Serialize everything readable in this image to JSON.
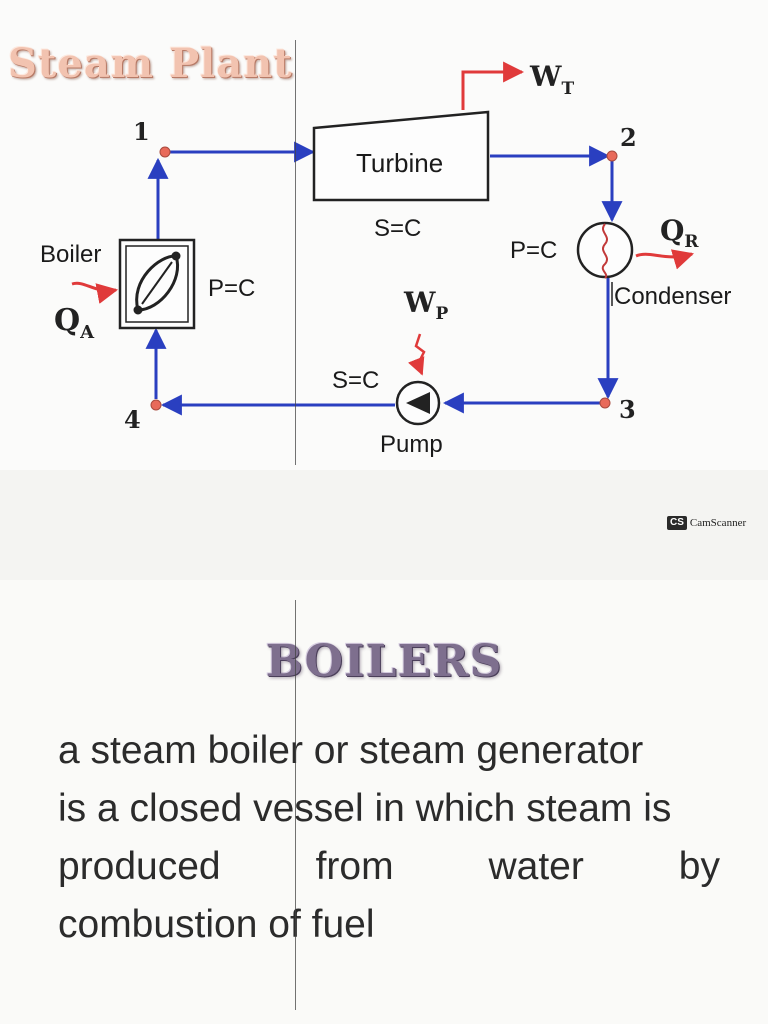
{
  "slide1": {
    "title": "Steam Plant",
    "state_1": "1",
    "state_2": "2",
    "state_3": "3",
    "state_4": "4",
    "turbine_label": "Turbine",
    "turbine_work": "W",
    "turbine_work_sub": "T",
    "turbine_process": "S=C",
    "boiler_label": "Boiler",
    "heat_added": "Q",
    "heat_added_sub": "A",
    "boiler_process": "P=C",
    "condenser_label": "Condenser",
    "condenser_process": "P=C",
    "heat_rejected": "Q",
    "heat_rejected_sub": "R",
    "pump_label": "Pump",
    "pump_work": "W",
    "pump_work_sub": "P",
    "pump_process": "S=C",
    "colors": {
      "pipe": "#2a3fc0",
      "energy_arrow": "#e03a3a",
      "state_point": "#e86a5a"
    }
  },
  "watermark": {
    "icon_text": "CS",
    "text": "CamScanner"
  },
  "slide2": {
    "heading": "BOILERS",
    "line1": "a steam boiler or steam generator",
    "line2": "is a closed vessel in which steam is",
    "line3_words": [
      "produced",
      "from",
      "water",
      "by"
    ],
    "line4": "combustion of fuel"
  }
}
